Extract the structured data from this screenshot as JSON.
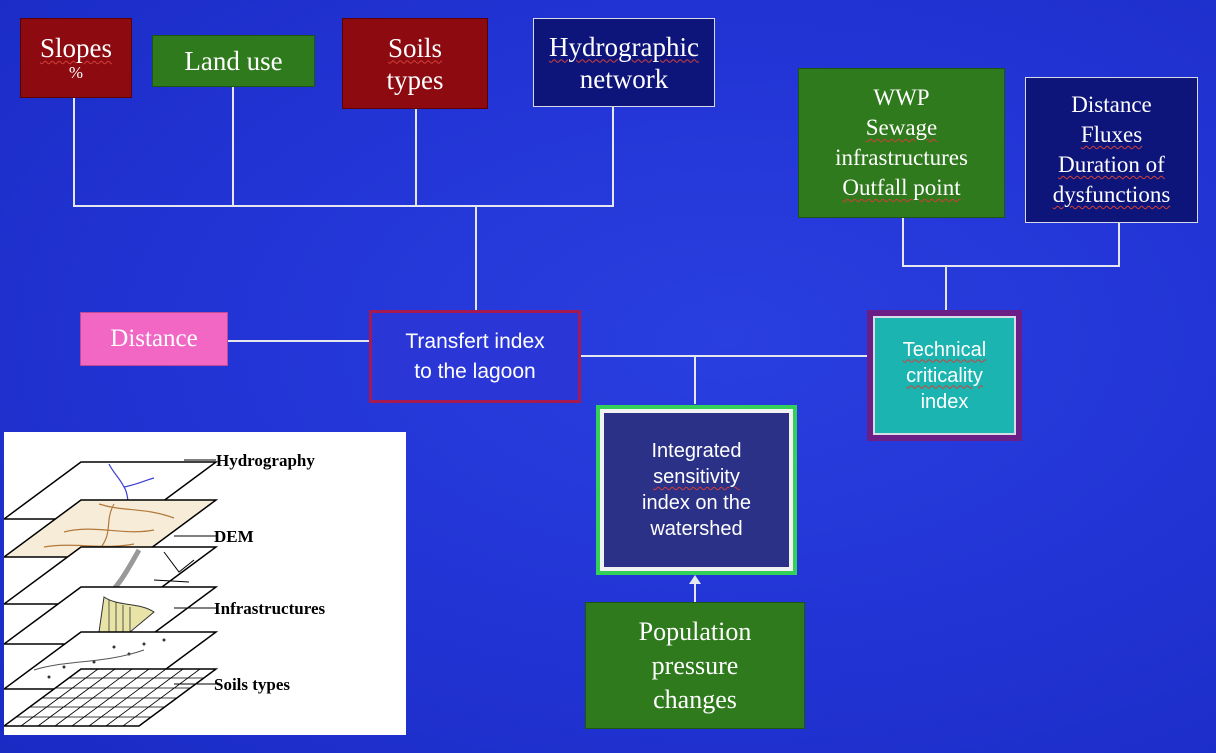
{
  "inputs": {
    "slopes": [
      "Slopes",
      "%"
    ],
    "land_use": "Land use",
    "soils": [
      "Soils",
      "types"
    ],
    "hydro": [
      "Hydrographic",
      "network"
    ],
    "wwp": [
      "WWP",
      "Sewage",
      "infrastructures",
      "Outfall point"
    ],
    "dist_flux": [
      "Distance",
      "Fluxes",
      "Duration of",
      "dysfunctions"
    ],
    "distance": "Distance",
    "population": [
      "Population",
      "pressure",
      "changes"
    ]
  },
  "indices": {
    "transfert": [
      "Transfert index",
      "to the lagoon"
    ],
    "technical": [
      "Technical",
      "criticality",
      "index"
    ],
    "integrated": [
      "Integrated",
      "sensitivity",
      "index on the",
      "watershed"
    ]
  },
  "layers_legend": [
    "Hydrography",
    "DEM",
    "Infrastructures",
    "Soils types"
  ],
  "colors": {
    "background": "#2335d6",
    "dark_red": "#8c0a10",
    "green": "#2e7a1c",
    "navy": "#0e157a",
    "pink": "#f266c4",
    "teal": "#1cb4b0",
    "crimson_border": "#a51a52",
    "purple_border": "#6a1e86",
    "bright_green_border": "#33d05a"
  }
}
